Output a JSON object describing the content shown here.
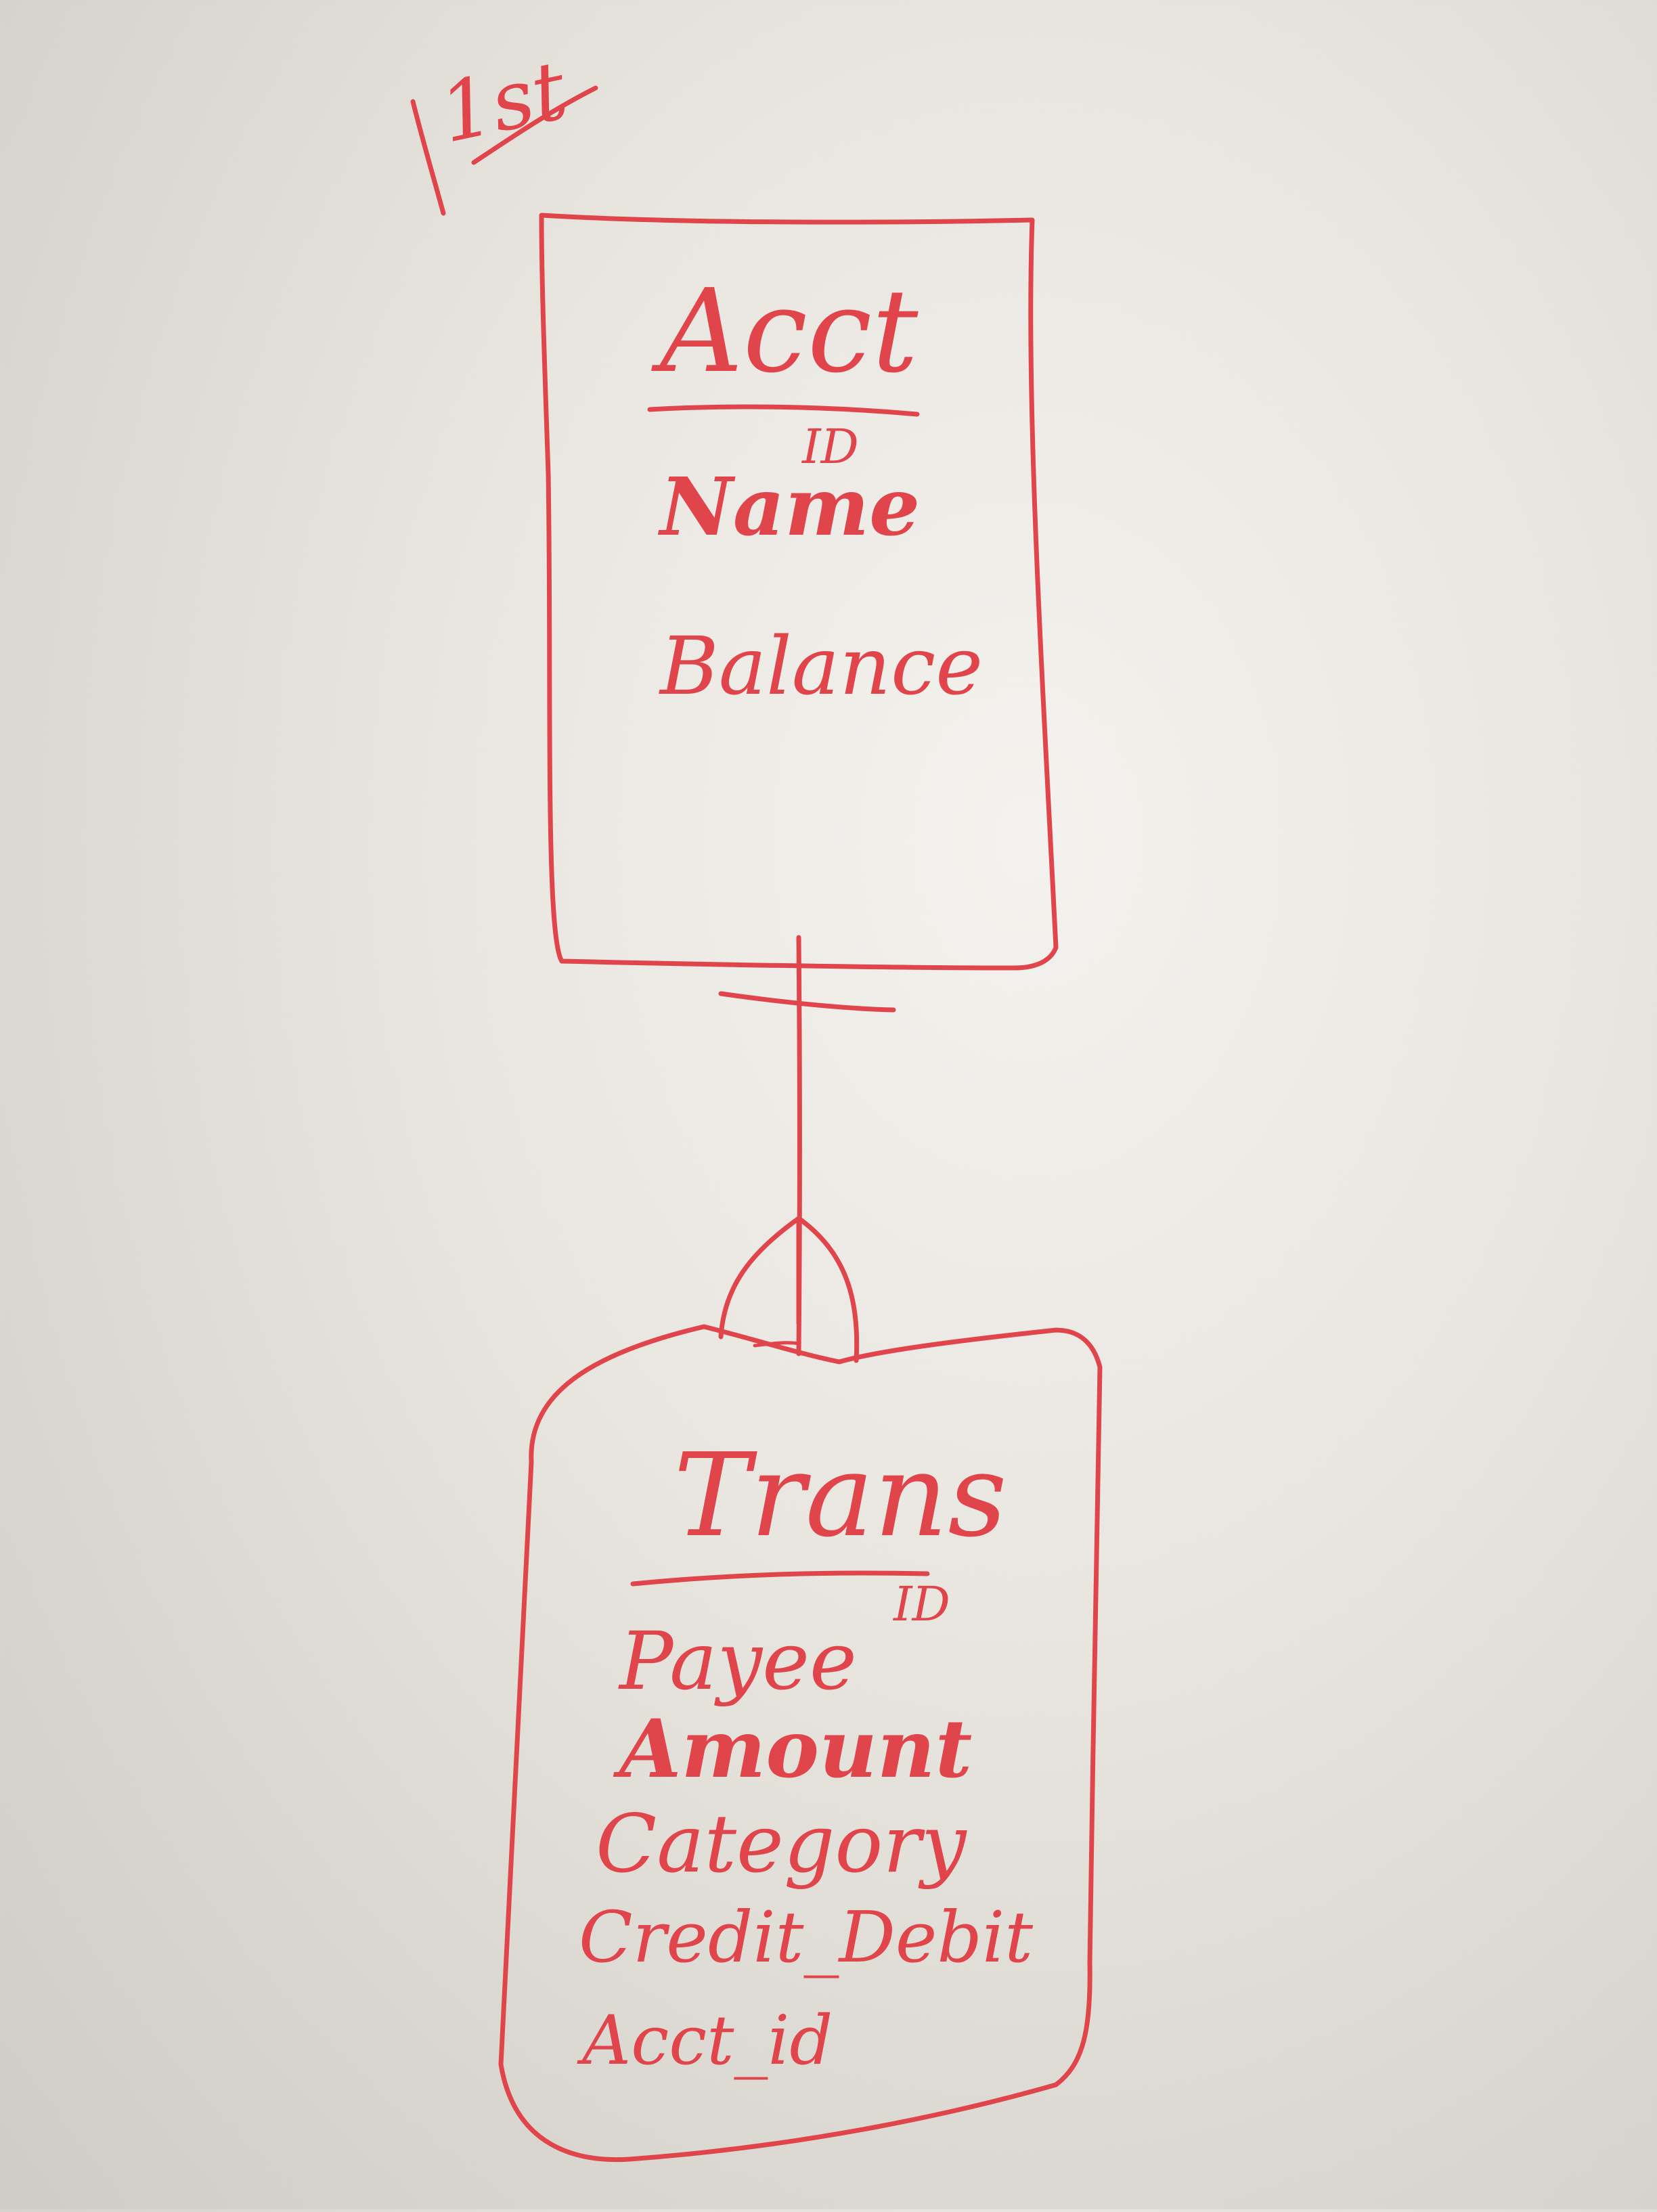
{
  "annotation": "1st",
  "entities": [
    {
      "name": "Acct",
      "key": "ID",
      "attributes": [
        "Name",
        "Balance"
      ]
    },
    {
      "name": "Trans",
      "key": "ID",
      "attributes": [
        "Payee",
        "Amount",
        "Category",
        "Credit_Debit",
        "Acct_id"
      ]
    }
  ],
  "relationship": {
    "from": "Acct",
    "to": "Trans",
    "from_cardinality": "one",
    "to_cardinality": "many"
  },
  "colors": {
    "marker": "#e0454c",
    "board": "#e9e6e0"
  }
}
